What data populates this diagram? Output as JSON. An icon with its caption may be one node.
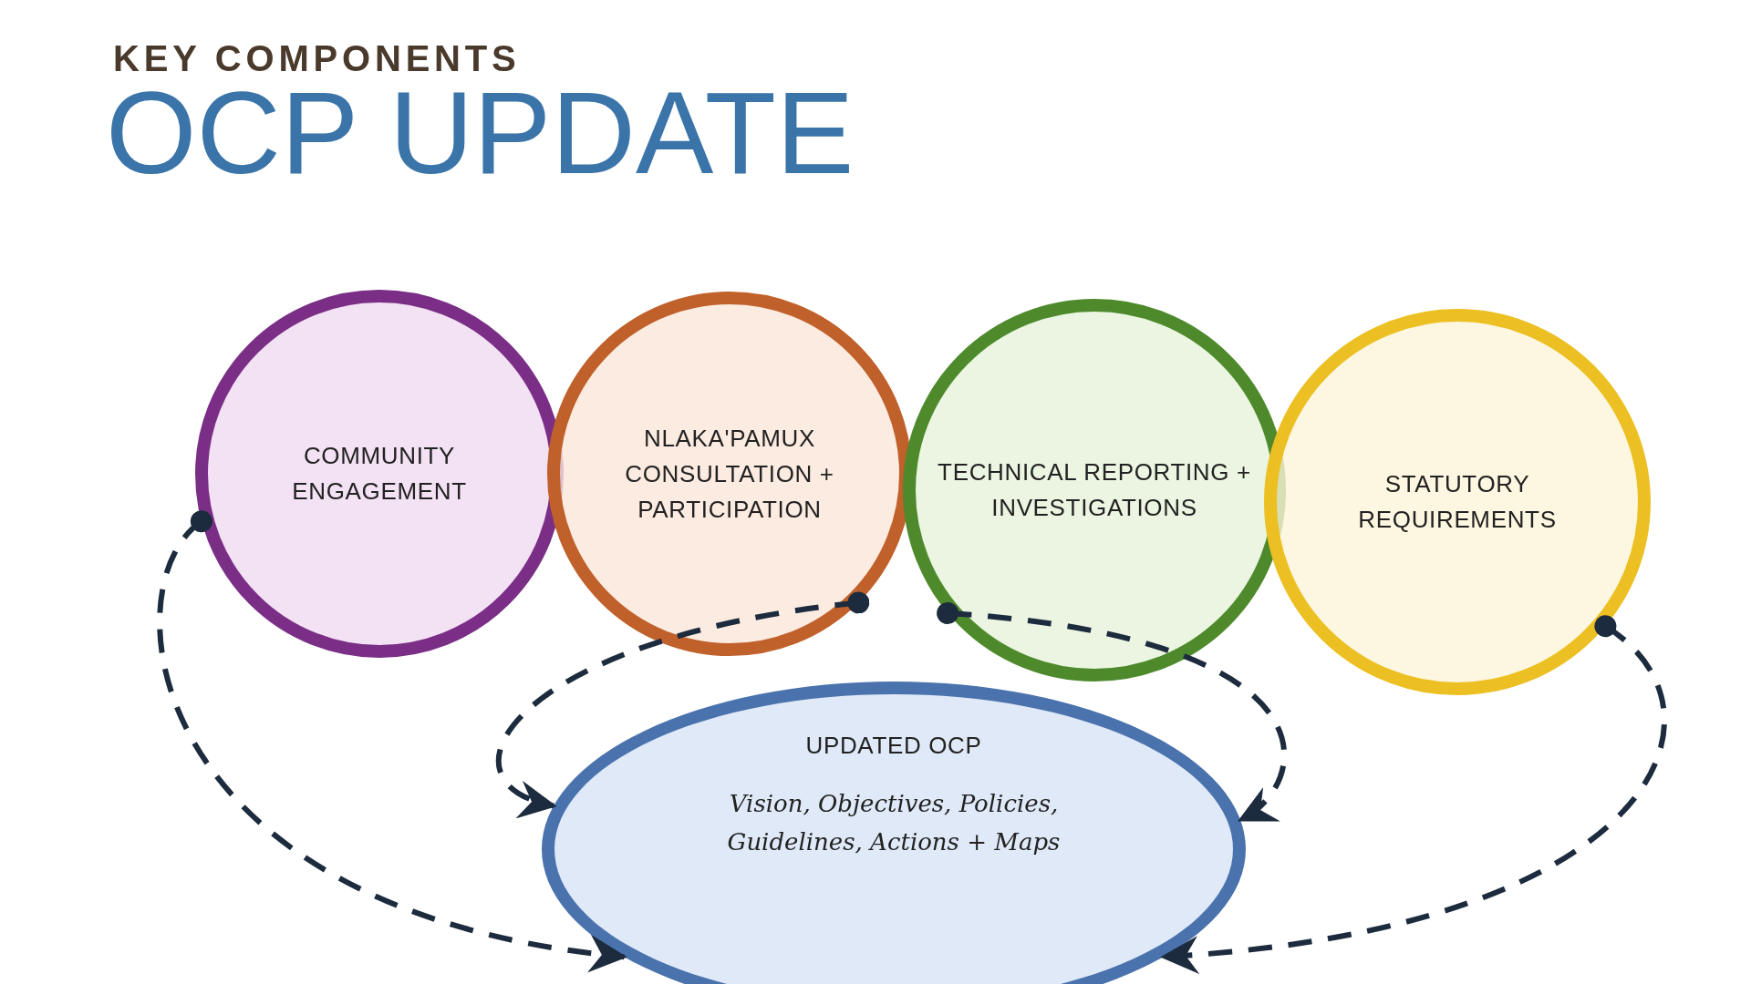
{
  "diagram": {
    "title": "OCP UPDATE",
    "nodes": [
      {
        "text": [
          "COMMUNITY ENGAGEMENT"
        ]
      },
      {
        "text": [
          "NLAKA'PAMUX CONSULTATION + PARTICIPATION"
        ]
      },
      {
        "text": [
          "TECHNICAL REPORTING + INVESTIGATIONS"
        ]
      },
      {
        "text": [
          "STATUTORY REQUIREMENTS"
        ]
      },
      {
        "text": [
          "UPDATED OCP",
          "Vision, Objectives, Policies, Guidelines, Actions + Maps"
        ]
      }
    ],
    "edges": [
      {
        "from": 0,
        "to": 4,
        "arrow": "to",
        "style": "dashed"
      },
      {
        "from": 1,
        "to": 4,
        "arrow": "to",
        "style": "dashed"
      },
      {
        "from": 2,
        "to": 4,
        "arrow": "to",
        "style": "dashed"
      },
      {
        "from": 3,
        "to": 4,
        "arrow": "to",
        "style": "dashed"
      }
    ],
    "labels": [
      "KEY COMPONENTS"
    ]
  }
}
